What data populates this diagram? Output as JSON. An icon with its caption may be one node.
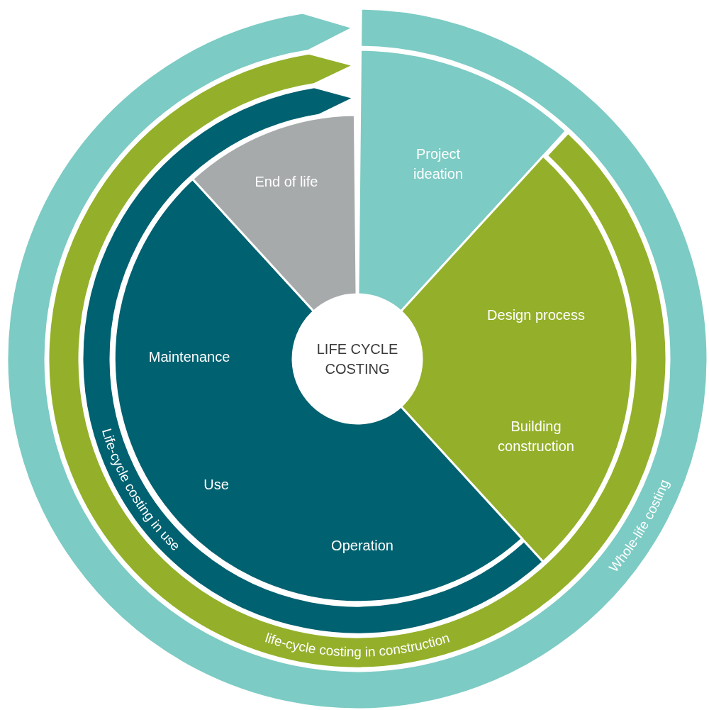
{
  "diagram": {
    "nodes": [
      {
        "text": [
          "Whole-life costing"
        ]
      },
      {
        "text": [
          "life-cycle costing in construction"
        ]
      },
      {
        "text": [
          "Life-cycle costing in use"
        ]
      },
      {
        "text": [
          "Project ideation"
        ]
      },
      {
        "text": [
          "Design process",
          "Building construction"
        ]
      },
      {
        "text": [
          "Maintenance",
          "Use",
          "Operation"
        ]
      },
      {
        "text": [
          "End of life"
        ]
      },
      {
        "text": [
          "LIFE CYCLE COSTING"
        ]
      }
    ]
  }
}
